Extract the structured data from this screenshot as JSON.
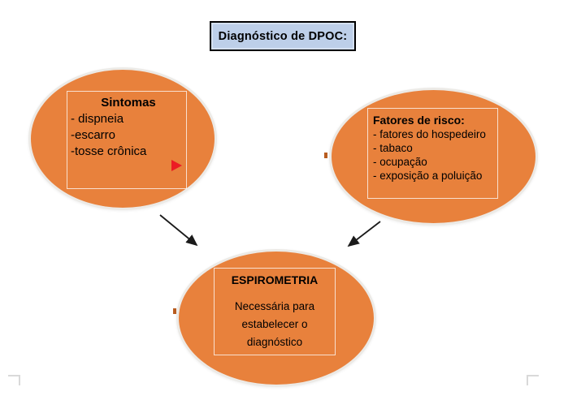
{
  "title_box": {
    "label": "Diagnóstico de DPOC:"
  },
  "nodes": {
    "symptoms": {
      "heading": "Sintomas",
      "items": [
        "- dispneia",
        "-escarro",
        "-tosse crônica"
      ]
    },
    "risk_factors": {
      "heading": "Fatores de risco:",
      "items": [
        "- fatores do hospedeiro",
        "- tabaco",
        "- ocupação",
        "- exposição a poluição"
      ]
    },
    "spirometry": {
      "heading": "ESPIROMETRIA",
      "body_lines": [
        "Necessária para",
        "estabelecer o",
        "diagnóstico"
      ]
    }
  },
  "connections": [
    {
      "from": "symptoms",
      "to": "spirometry"
    },
    {
      "from": "risk_factors",
      "to": "spirometry"
    }
  ],
  "colors": {
    "ellipse_fill": "#E8813C",
    "ellipse_rim": "#ECEAE6",
    "title_box_bg": "#BDCFE9",
    "title_box_border": "#000000",
    "arrow": "#1A1A1A",
    "red_marker": "#EC1C24",
    "corner_mark": "#D9D9D9"
  }
}
